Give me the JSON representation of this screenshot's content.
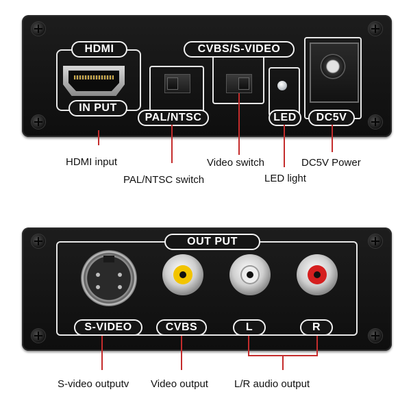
{
  "top_panel": {
    "hdmi_label": "HDMI",
    "input_label": "IN PUT",
    "pal_ntsc_label": "PAL/NTSC",
    "cvbs_svideo_label": "CVBS/S-VIDEO",
    "led_label": "LED",
    "dc5v_label": "DC5V"
  },
  "top_callouts": {
    "hdmi_input": "HDMI input",
    "pal_ntsc_switch": "PAL/NTSC switch",
    "video_switch": "Video switch",
    "led_light": "LED light",
    "dc5v_power": "DC5V Power"
  },
  "bottom_panel": {
    "output_label": "OUT PUT",
    "svideo_label": "S-VIDEO",
    "cvbs_label": "CVBS",
    "l_label": "L",
    "r_label": "R"
  },
  "bottom_callouts": {
    "svideo_output": "S-video outputv",
    "video_output": "Video output",
    "lr_audio_output": "L/R audio output"
  },
  "colors": {
    "panel": "#151515",
    "callout_line": "#c42c2c",
    "cvbs_jack": "#f2c400",
    "l_jack": "#eeeeee",
    "r_jack": "#d51f1f"
  }
}
